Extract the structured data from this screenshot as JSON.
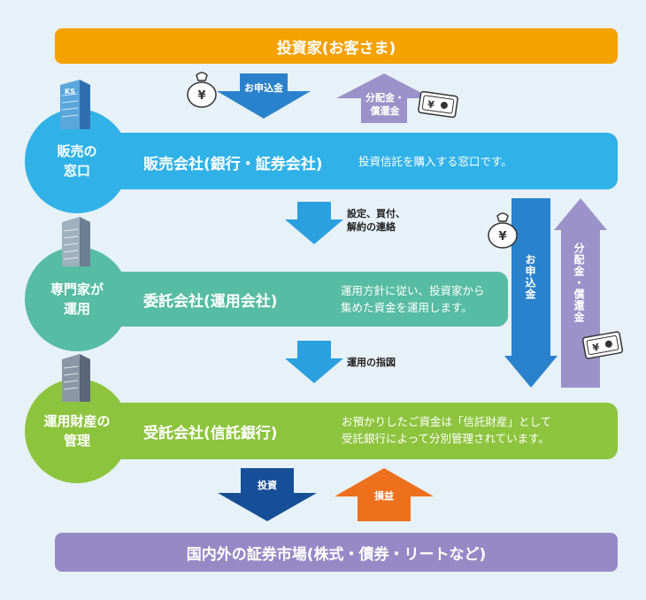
{
  "investor": {
    "label": "投資家(お客さま)"
  },
  "top_arrows": {
    "payment": "お申込金",
    "distribution_l1": "分配金・",
    "distribution_l2": "償還金"
  },
  "sales": {
    "circle_l1": "販売の",
    "circle_l2": "窓口",
    "title": "販売会社(銀行・証券会社)",
    "desc": "投資信託を購入する窓口です。",
    "building_sign": "KS"
  },
  "notify": {
    "l1": "設定、買付、",
    "l2": "解約の連絡"
  },
  "management": {
    "circle_l1": "専門家が",
    "circle_l2": "運用",
    "title": "委託会社(運用会社)",
    "desc_l1": "運用方針に従い、投資家から",
    "desc_l2": "集めた資金を運用します。"
  },
  "instruction": {
    "label": "運用の指図"
  },
  "side_arrows": {
    "payment": "お申込金",
    "distribution": "分配金・償還金"
  },
  "trustee": {
    "circle_l1": "運用財産の",
    "circle_l2": "管理",
    "title": "受託会社(信託銀行)",
    "desc_l1": "お預かりしたご資金は「信託財産」として",
    "desc_l2": "受託銀行によって分別管理されています。"
  },
  "bottom_arrows": {
    "invest": "投資",
    "profit": "損益"
  },
  "market": {
    "label": "国内外の証券市場(株式・債券・リートなど)"
  },
  "icons": {
    "yen": "¥"
  },
  "colors": {
    "background": "#e7f1f8",
    "investor": "#f5a100",
    "sales": "#30b2e8",
    "management": "#56bca3",
    "trustee": "#8dc43e",
    "market": "#958ac5",
    "arrow_blue": "#2a82cc",
    "arrow_purple": "#9a92c9",
    "arrow_navy": "#164f98",
    "arrow_orange": "#ee6f1c"
  }
}
